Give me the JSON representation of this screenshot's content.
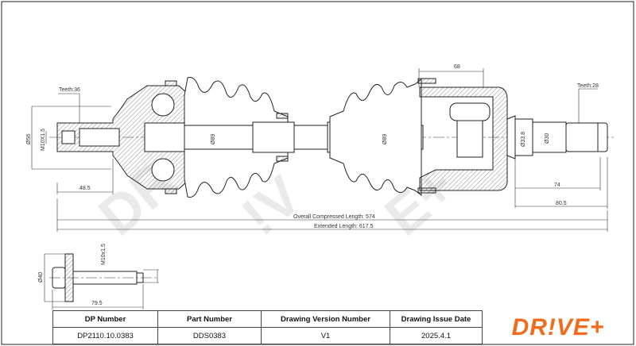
{
  "drawing": {
    "dimensions": {
      "teeth_outer": "Teeth:36",
      "outer_diameter": "Ø56",
      "outer_thread": "M10X1.5",
      "outer_length": "48.5",
      "boot_dia_outer": "Ø89",
      "boot_dia_inner": "Ø89",
      "inner_housing": "68",
      "teeth_inner": "Teeth:28",
      "stub_dia_1": "Ø33.8",
      "stub_dia_2": "Ø30",
      "stub_length_1": "74",
      "stub_length_2": "80.5",
      "compressed_length": "Overall  Compressed  Length: 574",
      "extended_length": "Extended  Length: 617.5"
    },
    "bolt": {
      "diameter": "Ø40",
      "thread": "M10x1.5",
      "length": "79.5"
    },
    "watermark": "DRIVE+"
  },
  "title_block": {
    "headers": [
      "DP Number",
      "Part Number",
      "Drawing Version Number",
      "Drawing Issue Date"
    ],
    "values": [
      "DP2110.10.0383",
      "DDS0383",
      "V1",
      "2025.4.1"
    ],
    "logo": "DR!VE+",
    "brand_color": "#f26b1d"
  }
}
